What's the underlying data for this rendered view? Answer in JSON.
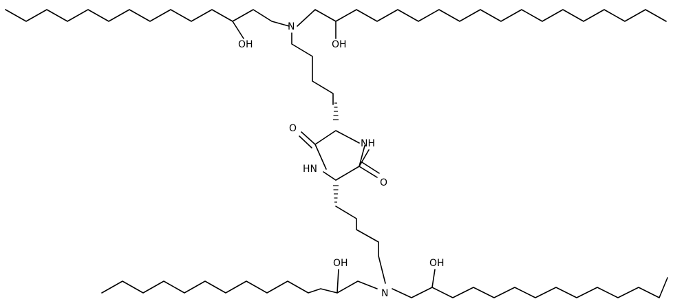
{
  "atoms": {
    "n_top": "N",
    "n_bottom": "N",
    "nh_upper": "NH",
    "nh_lower": "HN",
    "o_left": "O",
    "o_right": "O",
    "oh_top_left": "OH",
    "oh_top_right": "OH",
    "oh_bottom_left": "OH",
    "oh_bottom_right": "OH"
  },
  "colors": {
    "bond": "#000000",
    "background": "#ffffff"
  }
}
